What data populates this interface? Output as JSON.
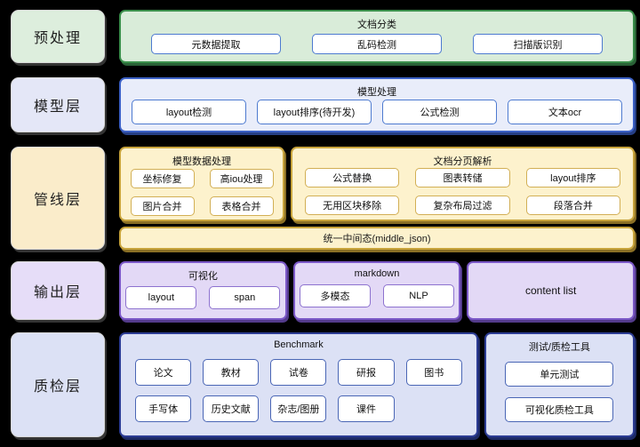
{
  "colors": {
    "background": "#000000",
    "green_fill": "#d9ecd9",
    "green_border": "#3a8f4b",
    "blue_fill": "#e9edfa",
    "blue_border": "#3c61c6",
    "yellow_fill": "#fdf2cd",
    "yellow_border": "#c8a43c",
    "purple_fill": "#e3d9f6",
    "purple_border": "#7b58c7",
    "navy_fill": "#dce1f5",
    "navy_border": "#2c3c94",
    "item_fill": "#ffffff",
    "item_border_blue": "#4d7ad0",
    "item_border_gold": "#d2af55",
    "item_border_purple": "#8d72cf",
    "item_border_navy": "#4a66b5"
  },
  "layers": [
    {
      "label": "预处理",
      "groups": [
        {
          "title": "文档分类",
          "items": [
            "元数据提取",
            "乱码检测",
            "扫描版识别"
          ]
        }
      ]
    },
    {
      "label": "模型层",
      "groups": [
        {
          "title": "模型处理",
          "items": [
            "layout检测",
            "layout排序(待开发)",
            "公式检测",
            "文本ocr"
          ]
        }
      ]
    },
    {
      "label": "管线层",
      "groups": [
        {
          "title": "模型数据处理",
          "items": [
            "坐标修复",
            "高iou处理",
            "图片合并",
            "表格合并"
          ]
        },
        {
          "title": "文档分页解析",
          "items": [
            "公式替换",
            "图表转储",
            "layout排序",
            "无用区块移除",
            "复杂布局过滤",
            "段落合并"
          ]
        }
      ],
      "footer": "统一中间态(middle_json)"
    },
    {
      "label": "输出层",
      "groups": [
        {
          "title": "可视化",
          "items": [
            "layout",
            "span"
          ]
        },
        {
          "title": "markdown",
          "items": [
            "多模态",
            "NLP"
          ]
        },
        {
          "title": "content list",
          "items": []
        }
      ]
    },
    {
      "label": "质检层",
      "groups": [
        {
          "title": "Benchmark",
          "items": [
            "论文",
            "教材",
            "试卷",
            "研报",
            "图书",
            "手写体",
            "历史文献",
            "杂志/图册",
            "课件"
          ]
        },
        {
          "title": "测试/质检工具",
          "items": [
            "单元测试",
            "可视化质检工具"
          ]
        }
      ]
    }
  ]
}
